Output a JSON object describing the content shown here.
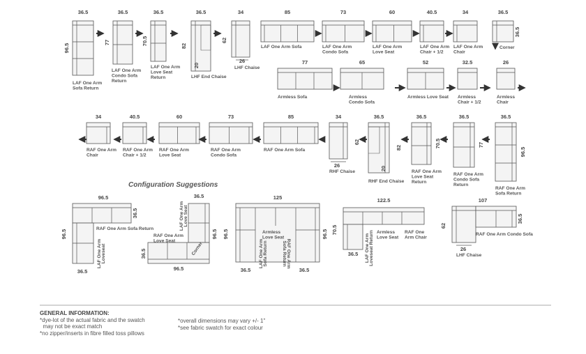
{
  "colors": {
    "line": "#555555",
    "fill": "#f4f4f4",
    "text": "#444444",
    "rule": "#aaaaaa"
  },
  "title": "Configuration Suggestions",
  "general": {
    "heading": "GENERAL INFORMATION:",
    "left_lines": [
      "*dye-lot of the actual fabric and the swatch",
      "  may not be exact match",
      "*no zipper/inserts in fibre filled toss pillows"
    ],
    "right_lines": [
      "*overall dimensions may vary +/- 1\"",
      "*see fabric swatch for exact colour"
    ]
  },
  "row1": [
    {
      "dim": "36.5",
      "side": "96.5",
      "label": [
        "LAF One Arm",
        "Sofa Return"
      ]
    },
    {
      "dim": "36.5",
      "side": "77",
      "label": [
        "LAF One Arm",
        "Condo Sofa",
        "Return"
      ]
    },
    {
      "dim": "36.5",
      "side": "70.5",
      "label": [
        "LAF One Arm",
        "Love Seat",
        "Return"
      ]
    },
    {
      "dim": "36.5",
      "side": "82",
      "inner": "20",
      "label": [
        "LHF End Chaise"
      ]
    },
    {
      "dim": "34",
      "side": "62",
      "bottom": "26",
      "label": [
        "LHF Chaise"
      ]
    },
    {
      "dim": "85",
      "label": [
        "LAF One Arm Sofa"
      ]
    },
    {
      "dim": "73",
      "label": [
        "LAF One Arm",
        "Condo Sofa"
      ]
    },
    {
      "dim": "60",
      "label": [
        "LAF One Arm",
        "Love Seat"
      ]
    },
    {
      "dim": "40.5",
      "label": [
        "LAF One Arm",
        "Chair + 1/2"
      ]
    },
    {
      "dim": "34",
      "label": [
        "LAF One Arm",
        "Chair"
      ]
    },
    {
      "dim": "36.5",
      "side": "36.5",
      "label": [
        "Corner"
      ]
    }
  ],
  "armless": [
    {
      "dim": "77",
      "label": [
        "Armless Sofa"
      ]
    },
    {
      "dim": "65",
      "label": [
        "Armless",
        "Condo Sofa"
      ]
    },
    {
      "dim": "52",
      "label": [
        "Armless Love Seat"
      ]
    },
    {
      "dim": "32.5",
      "label": [
        "Armless",
        "Chair + 1/2"
      ]
    },
    {
      "dim": "26",
      "label": [
        "Armless",
        "Chair"
      ]
    }
  ],
  "row3": [
    {
      "dim": "34",
      "label": [
        "RAF One Arm",
        "Chair"
      ]
    },
    {
      "dim": "40.5",
      "label": [
        "RAF One Arm",
        "Chair + 1/2"
      ]
    },
    {
      "dim": "60",
      "label": [
        "RAF One Arm",
        "Love Seat"
      ]
    },
    {
      "dim": "73",
      "label": [
        "RAF One Arm",
        "Condo Sofa"
      ]
    },
    {
      "dim": "85",
      "label": [
        "RAF One Arm Sofa"
      ]
    },
    {
      "dim": "34",
      "side": "62",
      "bottom": "26",
      "label": [
        "RHF Chaise"
      ]
    },
    {
      "dim": "36.5",
      "side": "82",
      "inner": "20",
      "label": [
        "RHF End Chaise"
      ]
    },
    {
      "dim": "36.5",
      "side": "70.5",
      "label": [
        "RAF One Arm",
        "Love Seat",
        "Return"
      ]
    },
    {
      "dim": "36.5",
      "side": "77",
      "label": [
        "RAF One Arm",
        "Condo Sofa",
        "Return"
      ]
    },
    {
      "dim": "36.5",
      "side": "96.5",
      "label": [
        "RAF One Arm",
        "Sofa Return"
      ]
    }
  ],
  "configs": {
    "c1": {
      "top": "96.5",
      "left": "96.5",
      "bottom": "36.5",
      "side": "36.5",
      "lbl_a": "RAF One Arm Sofa Return",
      "lbl_b": [
        "LAF One Arm",
        "Loveseat"
      ]
    },
    "c2": {
      "top": "36.5",
      "bottom": "96.5",
      "left": "36.5",
      "right": "96.5",
      "lbl_a": [
        "LAF One Arm",
        "Love Seat"
      ],
      "lbl_b": [
        "RAF One Arm",
        "Love Seat"
      ],
      "lbl_c": "Corner"
    },
    "c3": {
      "top": "125",
      "left": "96.5",
      "right": "96.5",
      "b1": "36.5",
      "b2": "36.5",
      "lbl_a": [
        "Armless",
        "Love Seat"
      ],
      "lbl_b": [
        "LAF One Arm",
        "Sofa Return"
      ],
      "lbl_c": [
        "RAF One Arm",
        "Sofa Return"
      ]
    },
    "c4": {
      "top": "122.5",
      "left": "70.5",
      "bottom": "36.5",
      "lbl_a": [
        "LAF One Arm",
        "Loveseat Return"
      ],
      "lbl_b": [
        "Armless",
        "Love Seat"
      ],
      "lbl_c": [
        "RAF One",
        "Arm Chair"
      ]
    },
    "c5": {
      "top": "107",
      "left": "62",
      "right": "36.5",
      "bottom": "26",
      "lbl_a": "RAF One Arm Condo Sofa",
      "lbl_b": "LHF Chaise"
    }
  }
}
